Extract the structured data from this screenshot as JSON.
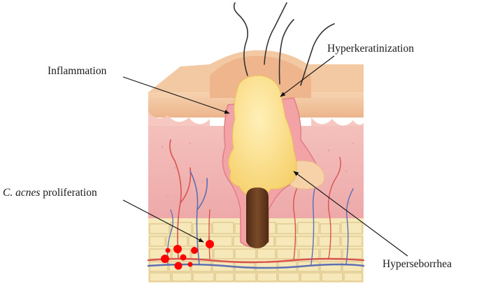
{
  "labels": {
    "inflammation": "Inflammation",
    "hyperkeratinization": "Hyperkeratinization",
    "c_acnes_italic": "C. acnes",
    "c_acnes_rest": " proliferation",
    "hyperseborrhea": "Hyperseborrhea"
  },
  "colors": {
    "epidermis": "#f3c6a0",
    "dermis": "#f0b6b4",
    "dermis_dark": "#e79a9c",
    "fat": "#f5e7b3",
    "sebum_plug": "#fadc86",
    "hair_root": "#6b3a1d",
    "artery": "#d9534f",
    "vein": "#5c6fb3",
    "bacteria": "#ff0000"
  }
}
